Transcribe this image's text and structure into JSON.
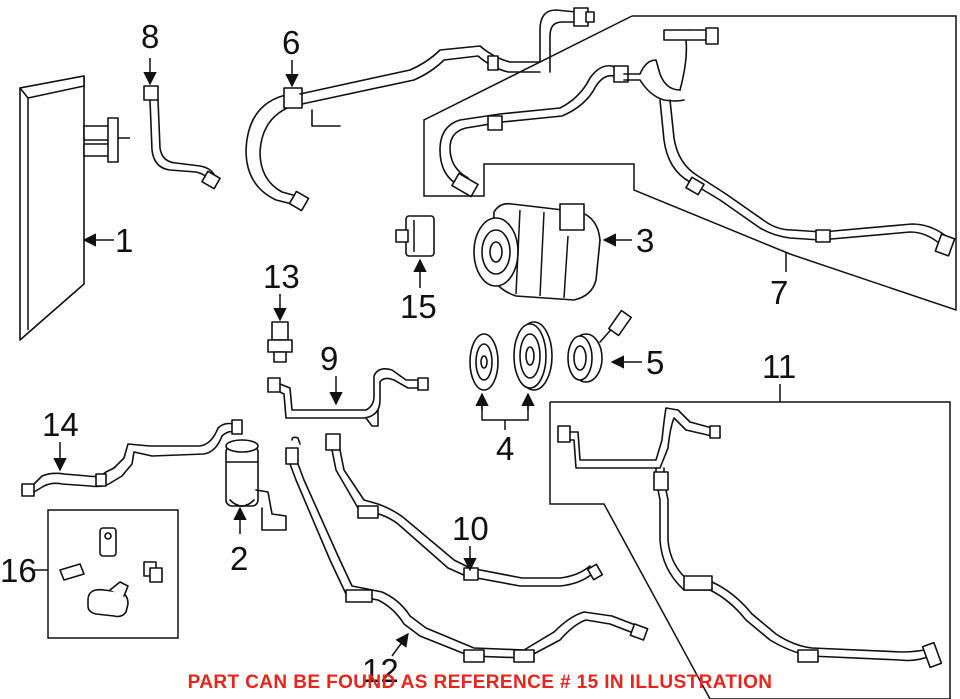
{
  "callouts": {
    "c1": "1",
    "c2": "2",
    "c3": "3",
    "c4": "4",
    "c5": "5",
    "c6": "6",
    "c7": "7",
    "c8": "8",
    "c9": "9",
    "c10": "10",
    "c11": "11",
    "c12": "12",
    "c13": "13",
    "c14": "14",
    "c15": "15",
    "c16": "16"
  },
  "footer_note": "PART CAN BE FOUND AS REFERENCE # 15 IN ILLUSTRATION",
  "colors": {
    "line": "#111111",
    "footer_text": "#e8241c",
    "background": "#ffffff"
  }
}
